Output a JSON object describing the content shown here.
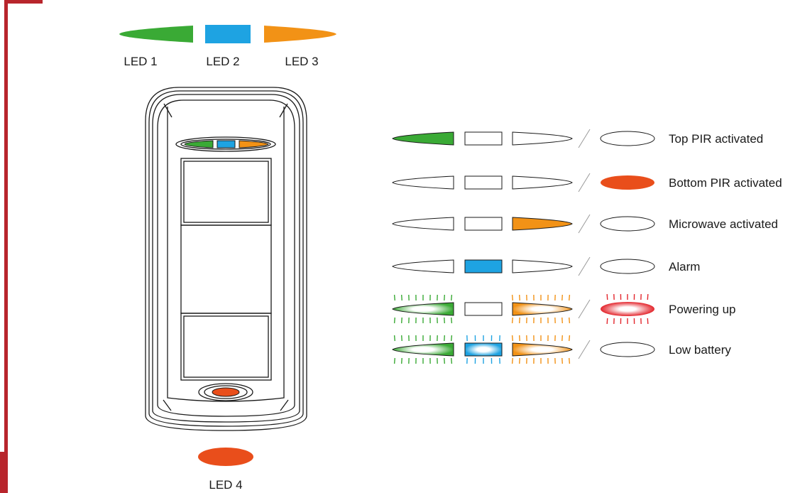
{
  "colors": {
    "frame_red": "#b8252c",
    "led1": "#3aaa35",
    "led2": "#1ea3e2",
    "led3": "#f29216",
    "led4": "#e94e1b",
    "glow_red": "#e3262d",
    "outline": "#1a1a1a"
  },
  "labels": {
    "led1": "LED 1",
    "led2": "LED 2",
    "led3": "LED 3",
    "led4": "LED 4"
  },
  "states": [
    {
      "text": "Top PIR activated",
      "led1": "on",
      "led2": "off",
      "led3": "off",
      "led4": "off"
    },
    {
      "text": "Bottom PIR activated",
      "led1": "off",
      "led2": "off",
      "led3": "off",
      "led4": "on"
    },
    {
      "text": "Microwave activated",
      "led1": "off",
      "led2": "off",
      "led3": "on",
      "led4": "off"
    },
    {
      "text": "Alarm",
      "led1": "off",
      "led2": "on",
      "led3": "off",
      "led4": "off"
    },
    {
      "text": "Powering up",
      "led1": "blink",
      "led2": "off",
      "led3": "blink",
      "led4": "blink"
    },
    {
      "text": "Low battery",
      "led1": "blink",
      "led2": "blink",
      "led3": "blink",
      "led4": "off"
    }
  ]
}
